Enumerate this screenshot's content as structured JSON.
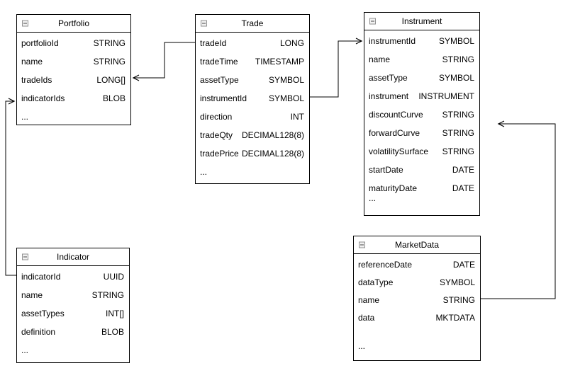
{
  "diagram": {
    "background_color": "#ffffff",
    "stroke_color": "#000000",
    "text_color": "#000000",
    "collapse_icon": "minus-square-icon",
    "entities": [
      {
        "id": "portfolio",
        "title": "Portfolio",
        "fields": [
          {
            "name": "portfolioId",
            "type": "STRING"
          },
          {
            "name": "name",
            "type": "STRING"
          },
          {
            "name": "tradeIds",
            "type": "LONG[]"
          },
          {
            "name": "indicatorIds",
            "type": "BLOB"
          },
          {
            "name": "...",
            "type": ""
          }
        ]
      },
      {
        "id": "trade",
        "title": "Trade",
        "fields": [
          {
            "name": "tradeId",
            "type": "LONG"
          },
          {
            "name": "tradeTime",
            "type": "TIMESTAMP"
          },
          {
            "name": "assetType",
            "type": "SYMBOL"
          },
          {
            "name": "instrumentId",
            "type": "SYMBOL"
          },
          {
            "name": "direction",
            "type": "INT"
          },
          {
            "name": "tradeQty",
            "type": "DECIMAL128(8)"
          },
          {
            "name": "tradePrice",
            "type": "DECIMAL128(8)"
          },
          {
            "name": "...",
            "type": ""
          }
        ]
      },
      {
        "id": "instrument",
        "title": "Instrument",
        "fields": [
          {
            "name": "instrumentId",
            "type": "SYMBOL"
          },
          {
            "name": "name",
            "type": "STRING"
          },
          {
            "name": "assetType",
            "type": "SYMBOL"
          },
          {
            "name": "instrument",
            "type": "INSTRUMENT"
          },
          {
            "name": "discountCurve",
            "type": "STRING"
          },
          {
            "name": "forwardCurve",
            "type": "STRING"
          },
          {
            "name": "volatilitySurface",
            "type": "STRING"
          },
          {
            "name": "startDate",
            "type": "DATE"
          },
          {
            "name": "maturityDate",
            "type": "DATE"
          },
          {
            "name": "...",
            "type": ""
          }
        ]
      },
      {
        "id": "indicator",
        "title": "Indicator",
        "fields": [
          {
            "name": "indicatorId",
            "type": "UUID"
          },
          {
            "name": "name",
            "type": "STRING"
          },
          {
            "name": "assetTypes",
            "type": "INT[]"
          },
          {
            "name": "definition",
            "type": "BLOB"
          },
          {
            "name": "...",
            "type": ""
          }
        ]
      },
      {
        "id": "marketdata",
        "title": "MarketData",
        "fields": [
          {
            "name": "referenceDate",
            "type": "DATE"
          },
          {
            "name": "dataType",
            "type": "SYMBOL"
          },
          {
            "name": "name",
            "type": "STRING"
          },
          {
            "name": "data",
            "type": "MKTDATA"
          },
          {
            "name": "",
            "type": ""
          },
          {
            "name": "...",
            "type": ""
          }
        ]
      }
    ],
    "relationships": [
      {
        "id": "trade-to-portfolio",
        "from": "Trade.tradeId",
        "to": "Portfolio.tradeIds"
      },
      {
        "id": "trade-to-instrument",
        "from": "Trade.instrumentId",
        "to": "Instrument.instrumentId"
      },
      {
        "id": "indicator-to-portfolio",
        "from": "Indicator.indicatorId",
        "to": "Portfolio.indicatorIds"
      },
      {
        "id": "marketdata-to-instrument",
        "from": "MarketData.name",
        "to": "Instrument"
      }
    ]
  }
}
